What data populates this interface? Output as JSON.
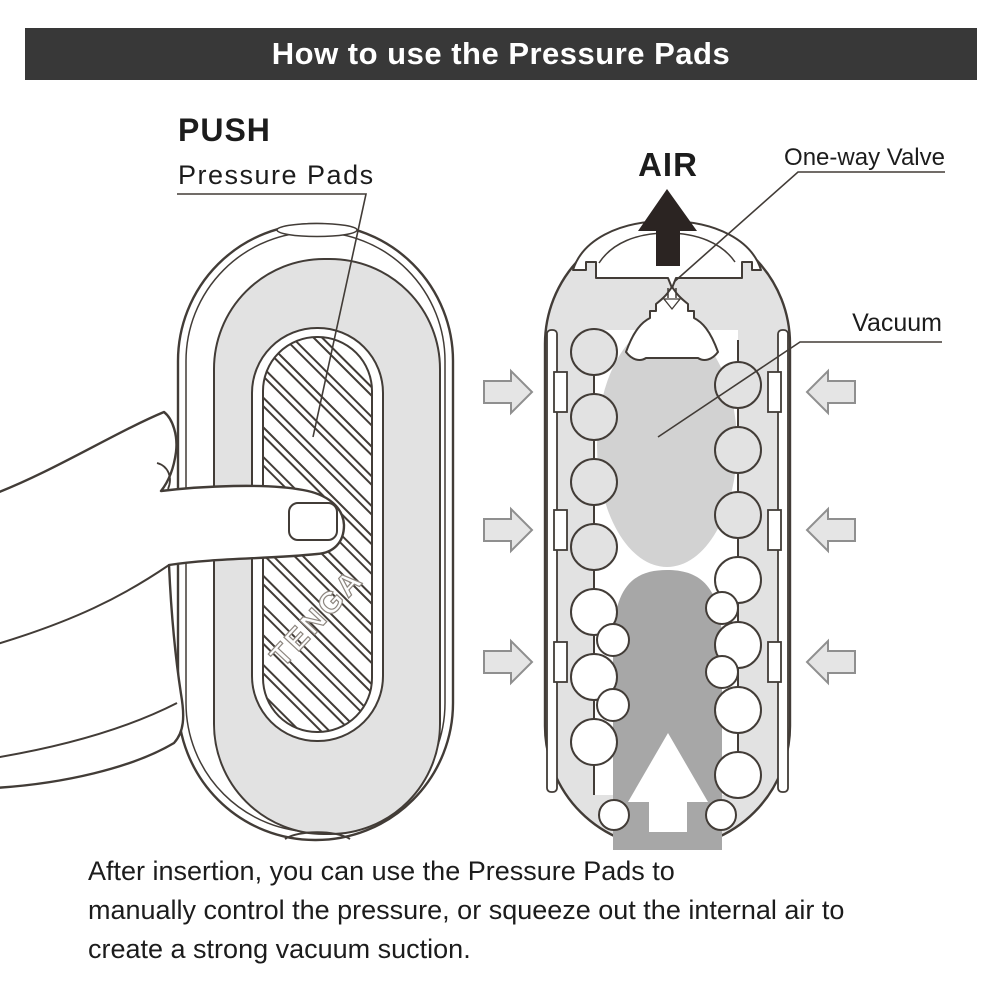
{
  "title_bar": {
    "label": "How to use the Pressure Pads"
  },
  "left_diagram": {
    "push_label": "PUSH",
    "pads_label": "Pressure Pads",
    "logo_text": "TENGA"
  },
  "right_diagram": {
    "air_label": "AIR",
    "valve_label": "One-way Valve",
    "vacuum_label": "Vacuum"
  },
  "caption": {
    "line1": "After insertion, you can use the Pressure Pads to",
    "line2": "manually control the pressure, or squeeze out the internal air to",
    "line3": "create a strong vacuum suction."
  },
  "colors": {
    "title-bar-bg": "#383838",
    "title-text": "#ffffff",
    "text-color": "#1c1c1c",
    "outline": "#423c37",
    "body-gray": "#e2e2e2",
    "vacuum-gray": "#d2d2d2",
    "channel-dark": "#a7a7a7",
    "arrow-fill": "#e5e5e5",
    "arrow-stroke": "#8f8f8f",
    "air-arrow": "#2b2422",
    "logo-stroke": "#8d867f"
  }
}
